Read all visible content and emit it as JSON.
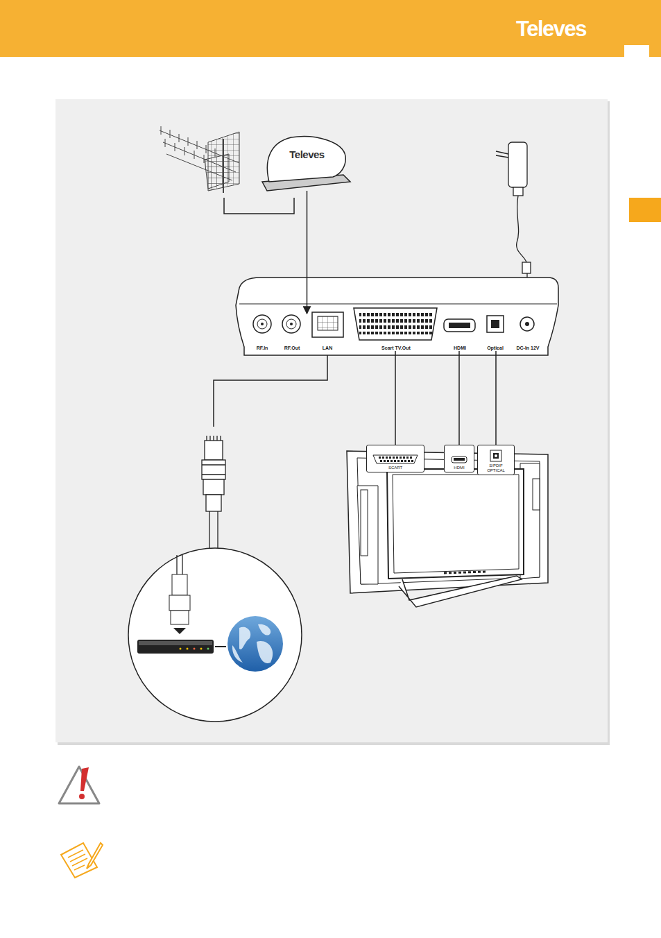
{
  "diagram": {
    "nodes": [
      {
        "text": [
          "Televes"
        ]
      },
      {
        "text": [
          "RF.In"
        ]
      },
      {
        "text": [
          "RF.Out"
        ]
      },
      {
        "text": [
          "LAN"
        ]
      },
      {
        "text": [
          "Scart TV.Out"
        ]
      },
      {
        "text": [
          "HDMI"
        ]
      },
      {
        "text": [
          "Optical"
        ]
      },
      {
        "text": [
          "DC-In 12V"
        ]
      },
      {
        "text": [
          "SCART"
        ]
      },
      {
        "text": [
          "HDMI"
        ]
      },
      {
        "text": [
          "S/PDIF OPTICAL"
        ]
      }
    ],
    "edges": [
      {
        "from": 0,
        "to": 1,
        "arrow": "to"
      },
      {
        "from": 4,
        "to": 8,
        "arrow": "none"
      },
      {
        "from": 5,
        "to": 9,
        "arrow": "none"
      },
      {
        "from": 6,
        "to": 10,
        "arrow": "none"
      }
    ],
    "labels": [
      "Televes"
    ]
  }
}
